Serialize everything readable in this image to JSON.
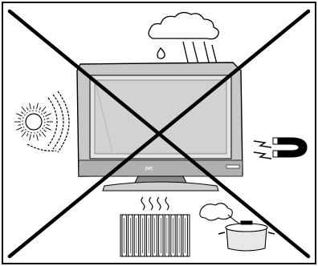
{
  "diagram": {
    "kind": "tv-placement-warning",
    "tv": {
      "brand_logo": "JVC"
    },
    "hazards": [
      {
        "name": "rain",
        "icon": "rain-cloud-icon"
      },
      {
        "name": "direct-sunlight",
        "icon": "sun-icon"
      },
      {
        "name": "magnetic-field",
        "icon": "magnet-icon"
      },
      {
        "name": "heater",
        "icon": "radiator-icon"
      },
      {
        "name": "steam",
        "icon": "steaming-pot-icon"
      }
    ],
    "prohibition": "cross-out",
    "colors": {
      "line": "#000000",
      "screen": "#d9d9d9",
      "frame": "#bdbdbd",
      "background": "#ffffff"
    }
  }
}
